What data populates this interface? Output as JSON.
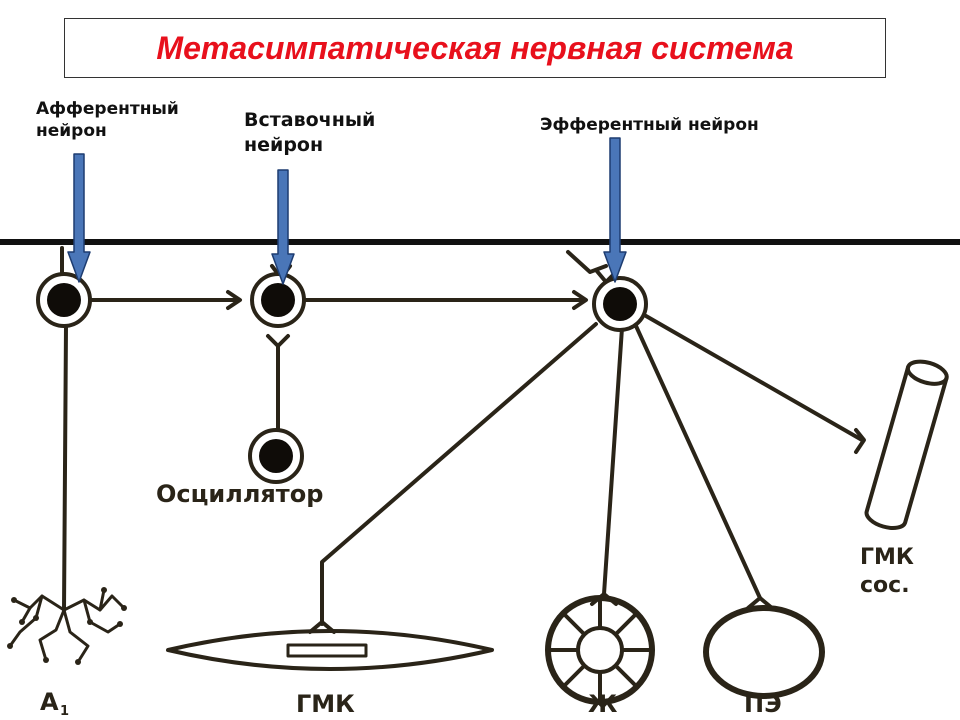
{
  "title": "Метасимпатическая нервная система",
  "labels": {
    "afferent_line1": "Афферентный",
    "afferent_line2": "нейрон",
    "interneuron_line1": "Вставочный",
    "interneuron_line2": "нейрон",
    "efferent": "Эфферентный нейрон"
  },
  "diagram_labels": {
    "oscillator": "Осциллятор",
    "a1": "А",
    "a1_sub": "1",
    "gmk": "ГМК",
    "zh": "Ж",
    "pe": "ПЭ",
    "gmk_vessel_line1": "ГМК",
    "gmk_vessel_line2": "сос."
  },
  "colors": {
    "title": "#e8101c",
    "arrow_fill": "#4a76b8",
    "arrow_stroke": "#1d3c70",
    "drawing": "#2a2418"
  }
}
